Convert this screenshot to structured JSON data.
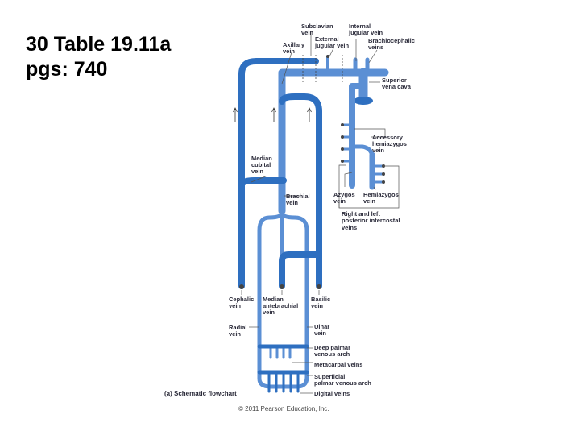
{
  "slide": {
    "title_line1": "30 Table 19.11a",
    "title_line2": "pgs: 740"
  },
  "colors": {
    "deep_vein": "#2e6fc0",
    "superficial_vein": "#5b8fd4",
    "label_text": "#2b2b3a"
  },
  "labels": {
    "subclavian": [
      "Subclavian",
      "vein"
    ],
    "internal_jugular": [
      "Internal",
      "jugular vein"
    ],
    "external_jugular": [
      "External",
      "jugular vein"
    ],
    "axillary": [
      "Axillary",
      "vein"
    ],
    "brachiocephalic": [
      "Brachiocephalic",
      "veins"
    ],
    "superior_vena_cava": [
      "Superior",
      "vena cava"
    ],
    "accessory_hemiazygos": [
      "Accessory",
      "hemiazygos",
      "vein"
    ],
    "median_cubital": [
      "Median",
      "cubital",
      "vein"
    ],
    "brachial": [
      "Brachial",
      "vein"
    ],
    "azygos": [
      "Azygos",
      "vein"
    ],
    "hemiazygos": [
      "Hemiazygos",
      "vein"
    ],
    "posterior_intercostal": [
      "Right and left",
      "posterior intercostal",
      "veins"
    ],
    "cephalic": [
      "Cephalic",
      "vein"
    ],
    "median_antebrachial": [
      "Median",
      "antebrachial",
      "vein"
    ],
    "basilic": [
      "Basilic",
      "vein"
    ],
    "radial": [
      "Radial",
      "vein"
    ],
    "ulnar": [
      "Ulnar",
      "vein"
    ],
    "deep_palmar_arch": [
      "Deep palmar",
      "venous arch"
    ],
    "metacarpal": [
      "Metacarpal veins"
    ],
    "superficial_palmar_arch": [
      "Superficial",
      "palmar venous arch"
    ],
    "digital": [
      "Digital veins"
    ]
  },
  "caption": "(a) Schematic flowchart",
  "copyright": "© 2011 Pearson Education, Inc."
}
